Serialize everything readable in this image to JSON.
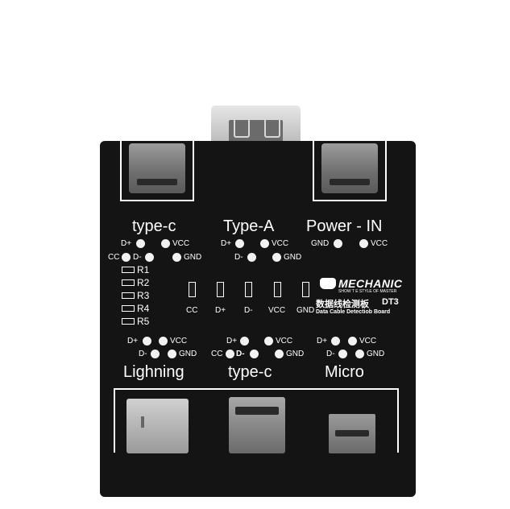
{
  "ports_top": {
    "left_label": "type-c",
    "middle_label": "Type-A",
    "right_label": "Power - IN"
  },
  "ports_bottom": {
    "left_label": "Lighning",
    "middle_label": "type-c",
    "right_label": "Micro"
  },
  "pins": {
    "typec_top": {
      "dplus": "D+",
      "vcc": "VCC",
      "cc": "CC",
      "dminus": "D-",
      "gnd": "GND"
    },
    "typea": {
      "dplus": "D+",
      "vcc": "VCC",
      "dminus": "D-",
      "gnd": "GND"
    },
    "power": {
      "gnd": "GND",
      "vcc": "VCC"
    },
    "lightning": {
      "dplus": "D+",
      "vcc": "VCC",
      "dminus": "D-",
      "gnd": "GND"
    },
    "typec_bottom": {
      "dplus": "D+",
      "vcc": "VCC",
      "cc": "CC",
      "dminus": "D-",
      "gnd": "GND"
    },
    "micro": {
      "dplus": "D+",
      "vcc": "VCC",
      "dminus": "D-",
      "gnd": "GND"
    }
  },
  "resistors": [
    "R1",
    "R2",
    "R3",
    "R4",
    "R5"
  ],
  "leds": [
    "CC",
    "D+",
    "D-",
    "VCC",
    "GND"
  ],
  "brand": {
    "logo": "MECHANIC",
    "tagline": "SHOW T E STYLE OF MASTER",
    "chinese_title": "数据线检测板",
    "model": "DT3",
    "subtitle": "Data Cable Detectiob Board"
  },
  "colors": {
    "board": "#141414",
    "silkscreen": "#ffffff",
    "background": "#ffffff"
  }
}
